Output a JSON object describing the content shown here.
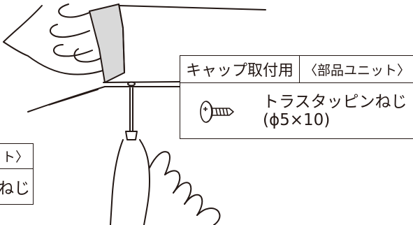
{
  "main_table": {
    "header_left": "キャップ取付用",
    "header_right": "〈部品ユニット〉",
    "item_name": "トラスタッピンねじ",
    "item_spec": "(ϕ5×10)",
    "item_icon": "truss-tapping-screw-icon"
  },
  "cropped_table": {
    "header_visible": "ト〉",
    "body_visible": "ねじ"
  },
  "illustration": {
    "subject": "hand-holding-cap-and-screwdriver-installing-screw",
    "icons": [
      "hand-icon",
      "cap-icon",
      "screwdriver-icon",
      "screw-hole-icon"
    ]
  },
  "colors": {
    "line": "#231815",
    "cap_fill": "#d9d9d9",
    "background": "#ffffff"
  }
}
